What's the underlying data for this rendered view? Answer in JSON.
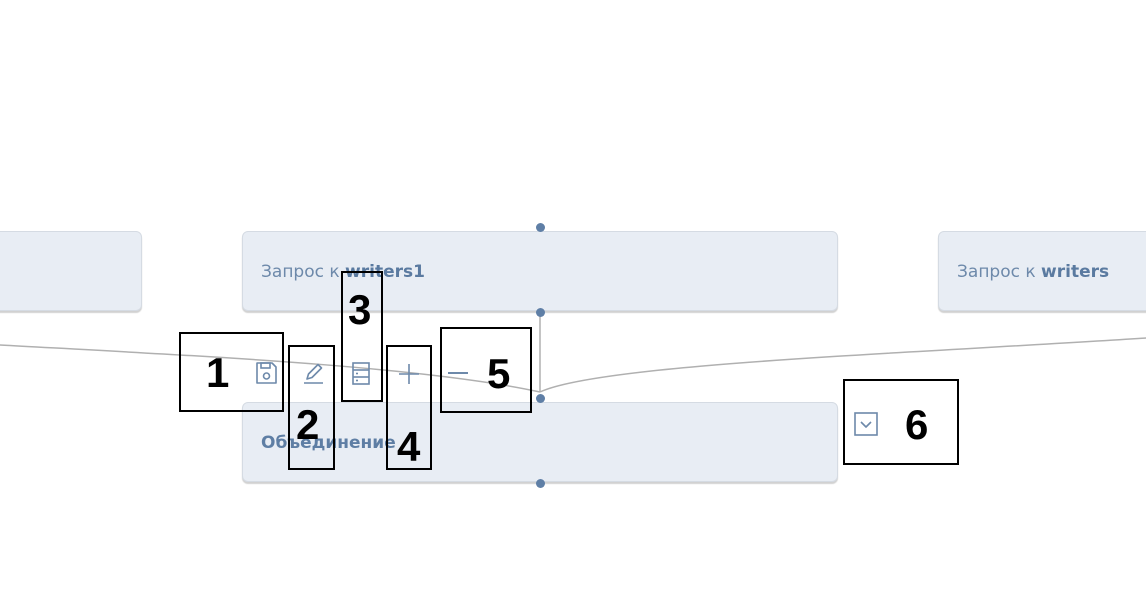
{
  "nodes": {
    "left": {
      "prefix": "",
      "name": ""
    },
    "center": {
      "prefix": "Запрос к ",
      "name": "writers1"
    },
    "right": {
      "prefix": "Запрос к ",
      "name": "writers"
    },
    "join": {
      "label": "Объединение"
    }
  },
  "toolbar": {
    "save": "save-icon",
    "edit": "pencil-icon",
    "table": "table-icon",
    "add": "plus-icon",
    "remove": "minus-icon",
    "collapse": "collapse-icon"
  },
  "callouts": [
    "1",
    "2",
    "3",
    "4",
    "5",
    "6"
  ],
  "colors": {
    "node_bg": "#e8edf4",
    "accent": "#5f7fa6",
    "edge": "#b0b0b0"
  }
}
